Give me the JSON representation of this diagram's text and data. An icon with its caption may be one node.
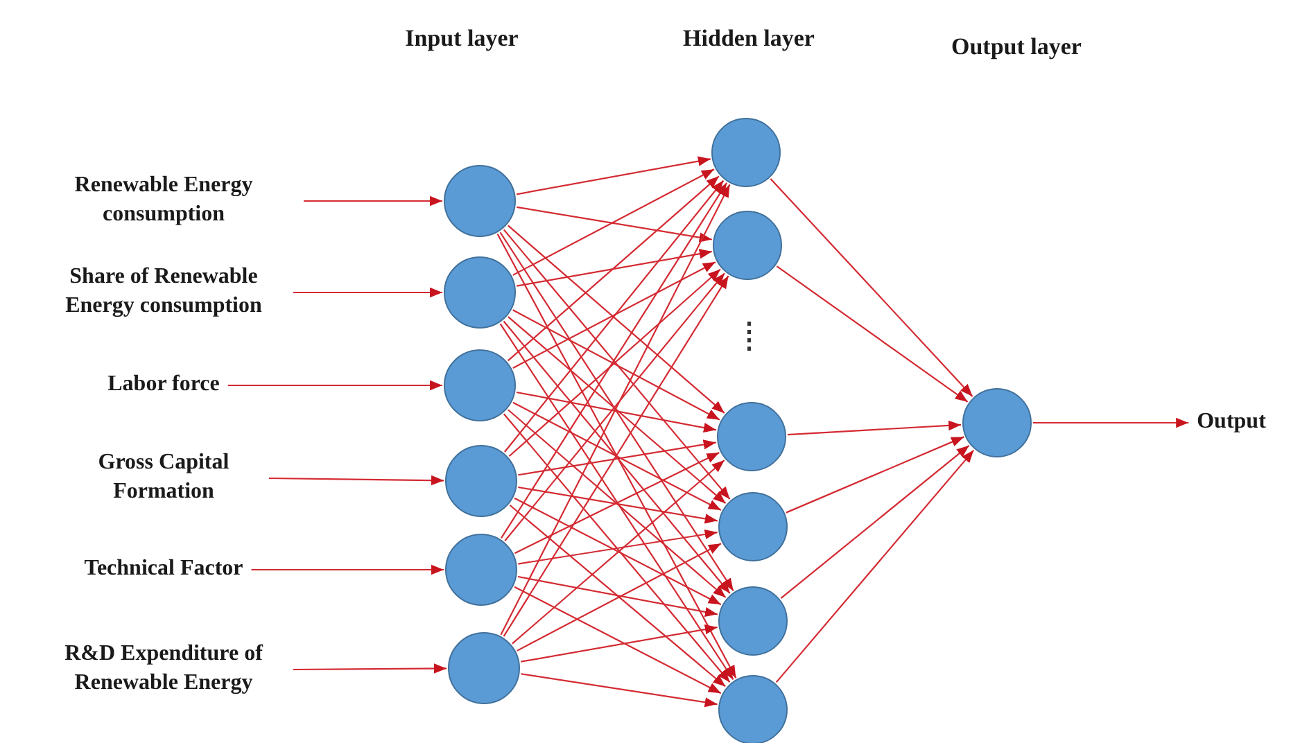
{
  "diagram": {
    "nodes": [
      {
        "text": [
          "Renewable Energy consumption"
        ]
      },
      {
        "text": [
          "Share of Renewable Energy consumption"
        ]
      },
      {
        "text": [
          "Labor force"
        ]
      },
      {
        "text": [
          "Gross Capital Formation"
        ]
      },
      {
        "text": [
          "Technical Factor"
        ]
      },
      {
        "text": [
          "R&D Expenditure of Renewable Energy"
        ]
      },
      {
        "text": [],
        "shape": "circle"
      },
      {
        "text": [],
        "shape": "circle"
      },
      {
        "text": [],
        "shape": "circle"
      },
      {
        "text": [],
        "shape": "circle"
      },
      {
        "text": [],
        "shape": "circle"
      },
      {
        "text": [],
        "shape": "circle"
      },
      {
        "text": [],
        "shape": "circle"
      },
      {
        "text": [],
        "shape": "circle"
      },
      {
        "text": [],
        "shape": "circle"
      },
      {
        "text": [],
        "shape": "circle"
      },
      {
        "text": [],
        "shape": "circle"
      },
      {
        "text": [],
        "shape": "circle"
      },
      {
        "text": [],
        "shape": "circle"
      },
      {
        "text": [
          "Output"
        ]
      }
    ],
    "edges": [
      {
        "from": 0,
        "to": 6,
        "arrow": "to"
      },
      {
        "from": 1,
        "to": 7,
        "arrow": "to"
      },
      {
        "from": 2,
        "to": 8,
        "arrow": "to"
      },
      {
        "from": 3,
        "to": 9,
        "arrow": "to"
      },
      {
        "from": 4,
        "to": 10,
        "arrow": "to"
      },
      {
        "from": 5,
        "to": 11,
        "arrow": "to"
      },
      {
        "from": 6,
        "to": 12,
        "arrow": "to"
      },
      {
        "from": 6,
        "to": 13,
        "arrow": "to"
      },
      {
        "from": 6,
        "to": 14,
        "arrow": "to"
      },
      {
        "from": 6,
        "to": 15,
        "arrow": "to"
      },
      {
        "from": 6,
        "to": 16,
        "arrow": "to"
      },
      {
        "from": 6,
        "to": 17,
        "arrow": "to"
      },
      {
        "from": 7,
        "to": 12,
        "arrow": "to"
      },
      {
        "from": 7,
        "to": 13,
        "arrow": "to"
      },
      {
        "from": 7,
        "to": 14,
        "arrow": "to"
      },
      {
        "from": 7,
        "to": 15,
        "arrow": "to"
      },
      {
        "from": 7,
        "to": 16,
        "arrow": "to"
      },
      {
        "from": 7,
        "to": 17,
        "arrow": "to"
      },
      {
        "from": 8,
        "to": 12,
        "arrow": "to"
      },
      {
        "from": 8,
        "to": 13,
        "arrow": "to"
      },
      {
        "from": 8,
        "to": 14,
        "arrow": "to"
      },
      {
        "from": 8,
        "to": 15,
        "arrow": "to"
      },
      {
        "from": 8,
        "to": 16,
        "arrow": "to"
      },
      {
        "from": 8,
        "to": 17,
        "arrow": "to"
      },
      {
        "from": 9,
        "to": 12,
        "arrow": "to"
      },
      {
        "from": 9,
        "to": 13,
        "arrow": "to"
      },
      {
        "from": 9,
        "to": 14,
        "arrow": "to"
      },
      {
        "from": 9,
        "to": 15,
        "arrow": "to"
      },
      {
        "from": 9,
        "to": 16,
        "arrow": "to"
      },
      {
        "from": 9,
        "to": 17,
        "arrow": "to"
      },
      {
        "from": 10,
        "to": 12,
        "arrow": "to"
      },
      {
        "from": 10,
        "to": 13,
        "arrow": "to"
      },
      {
        "from": 10,
        "to": 14,
        "arrow": "to"
      },
      {
        "from": 10,
        "to": 15,
        "arrow": "to"
      },
      {
        "from": 10,
        "to": 16,
        "arrow": "to"
      },
      {
        "from": 10,
        "to": 17,
        "arrow": "to"
      },
      {
        "from": 11,
        "to": 12,
        "arrow": "to"
      },
      {
        "from": 11,
        "to": 13,
        "arrow": "to"
      },
      {
        "from": 11,
        "to": 14,
        "arrow": "to"
      },
      {
        "from": 11,
        "to": 15,
        "arrow": "to"
      },
      {
        "from": 11,
        "to": 16,
        "arrow": "to"
      },
      {
        "from": 11,
        "to": 17,
        "arrow": "to"
      },
      {
        "from": 12,
        "to": 18,
        "arrow": "to"
      },
      {
        "from": 13,
        "to": 18,
        "arrow": "to"
      },
      {
        "from": 14,
        "to": 18,
        "arrow": "to"
      },
      {
        "from": 15,
        "to": 18,
        "arrow": "to"
      },
      {
        "from": 16,
        "to": 18,
        "arrow": "to"
      },
      {
        "from": 17,
        "to": 18,
        "arrow": "to"
      },
      {
        "from": 18,
        "to": 19,
        "arrow": "to"
      }
    ],
    "labels": [
      "Input layer",
      "Hidden layer",
      "Output layer"
    ]
  }
}
